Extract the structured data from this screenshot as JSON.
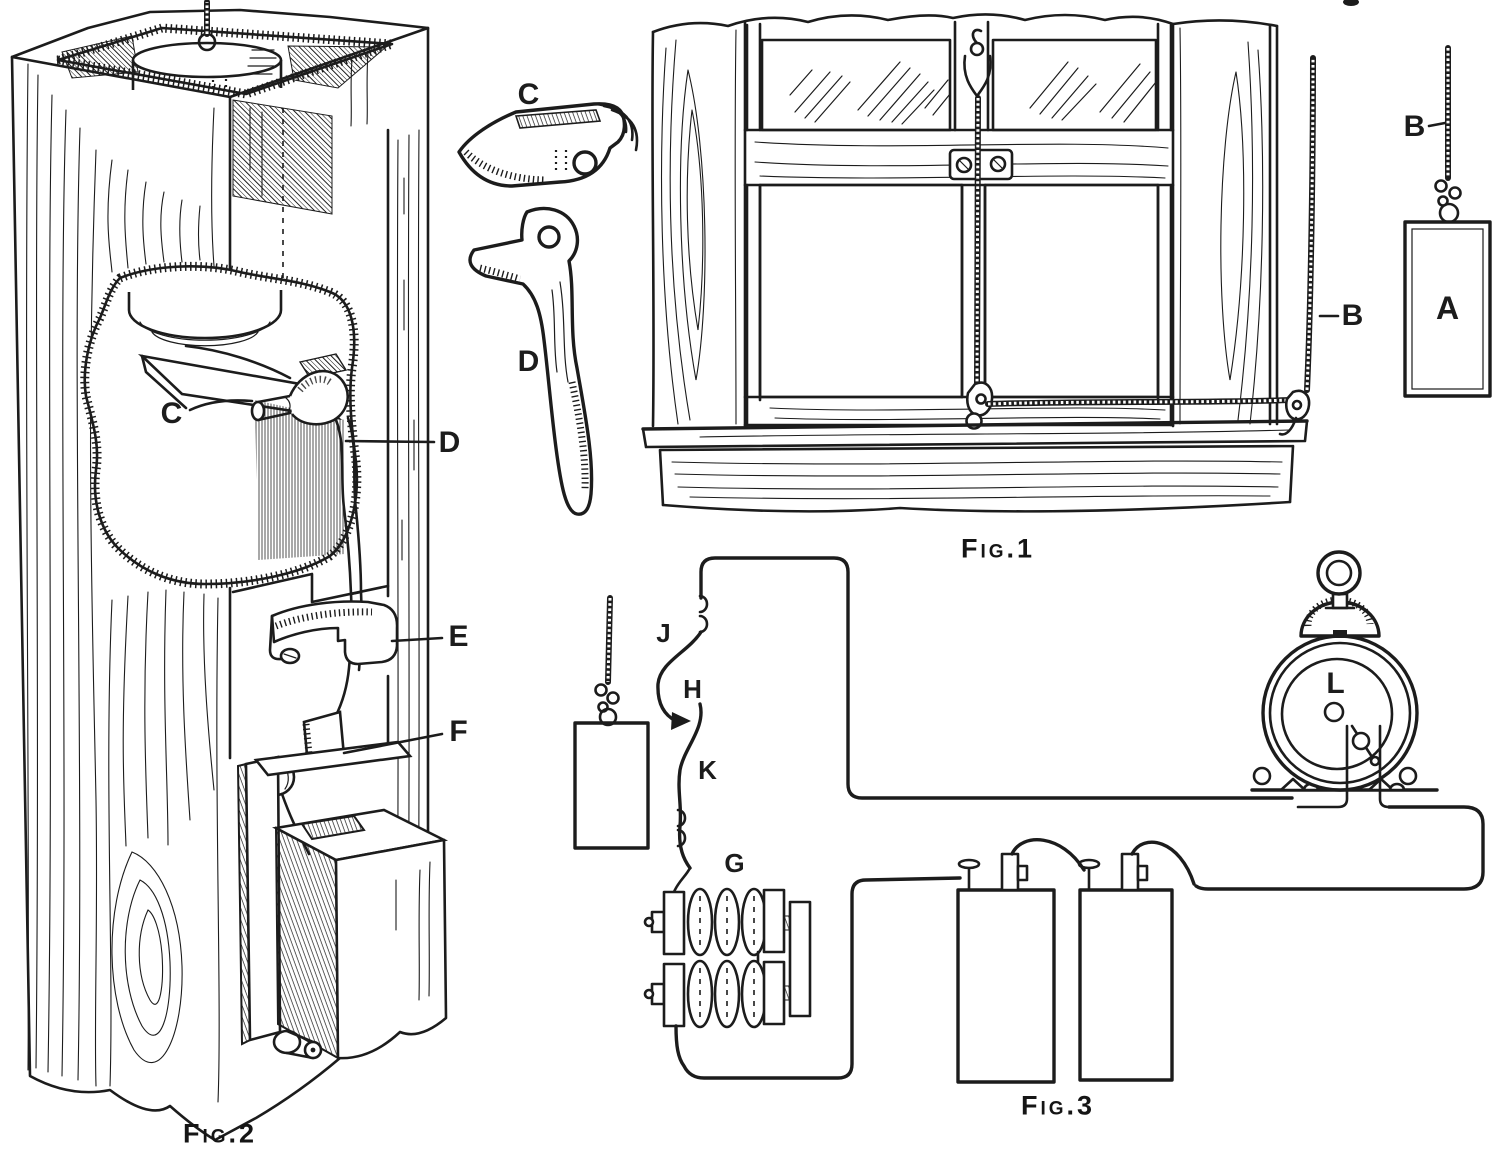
{
  "colors": {
    "paper": "#ffffff",
    "ink": "#1c1c1c"
  },
  "fig1": {
    "caption": "Fig.1",
    "labels": {
      "weight": "A",
      "cord": "B",
      "cord_at_weight": "B"
    }
  },
  "fig2": {
    "caption": "Fig.2",
    "labels": {
      "pin": "C",
      "lever": "D",
      "spring_clip": "E",
      "contact": "F"
    },
    "parts": {
      "latch_detail": "C",
      "lever_detail": "D"
    }
  },
  "fig3": {
    "caption": "Fig.3",
    "labels": {
      "staples": "J",
      "hook": "H",
      "wire": "K",
      "coils": "G",
      "bell": "L"
    }
  }
}
